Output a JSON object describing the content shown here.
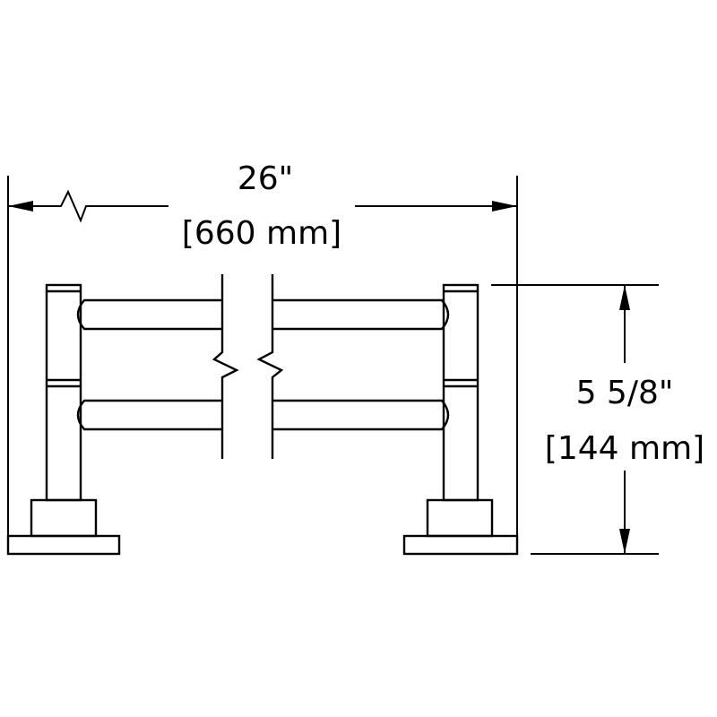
{
  "dimensions": {
    "width": {
      "imperial": "26\"",
      "metric": "[660 mm]"
    },
    "height": {
      "imperial": "5 5/8\"",
      "metric": "[144 mm]"
    }
  }
}
